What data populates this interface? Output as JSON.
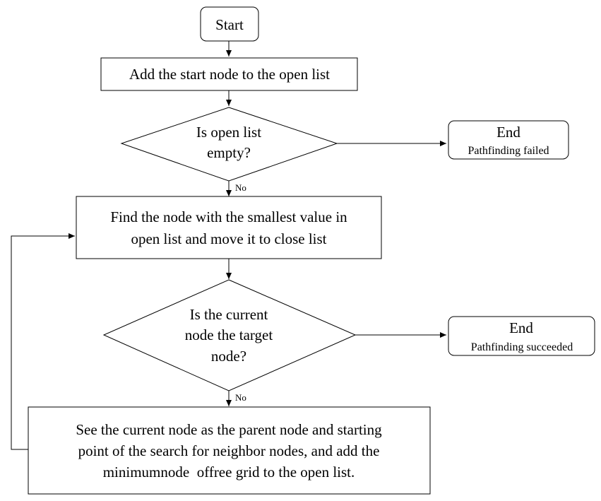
{
  "nodes": {
    "start": {
      "label": "Start"
    },
    "add_start": {
      "label": "Add the start node to the open list"
    },
    "decision_open_empty": {
      "lines": [
        "Is open list",
        "empty?"
      ]
    },
    "end_failed": {
      "title": "End",
      "subtitle": "Pathfinding failed"
    },
    "find_smallest": {
      "lines": [
        "Find the node with the smallest value in",
        "open list and move it to close list"
      ]
    },
    "decision_target": {
      "lines": [
        "Is the current",
        "node the target",
        "node?"
      ]
    },
    "end_succeeded": {
      "title": "End",
      "subtitle": "Pathfinding succeeded"
    },
    "expand_neighbors": {
      "lines": [
        "See the current node as the parent node and starting",
        "point of the search for neighbor nodes, and add the",
        "minimumnode  offree grid to the open list."
      ]
    }
  },
  "edges": {
    "no_label_1": "No",
    "no_label_2": "No"
  },
  "colors": {
    "stroke": "#000000",
    "background": "#ffffff"
  }
}
